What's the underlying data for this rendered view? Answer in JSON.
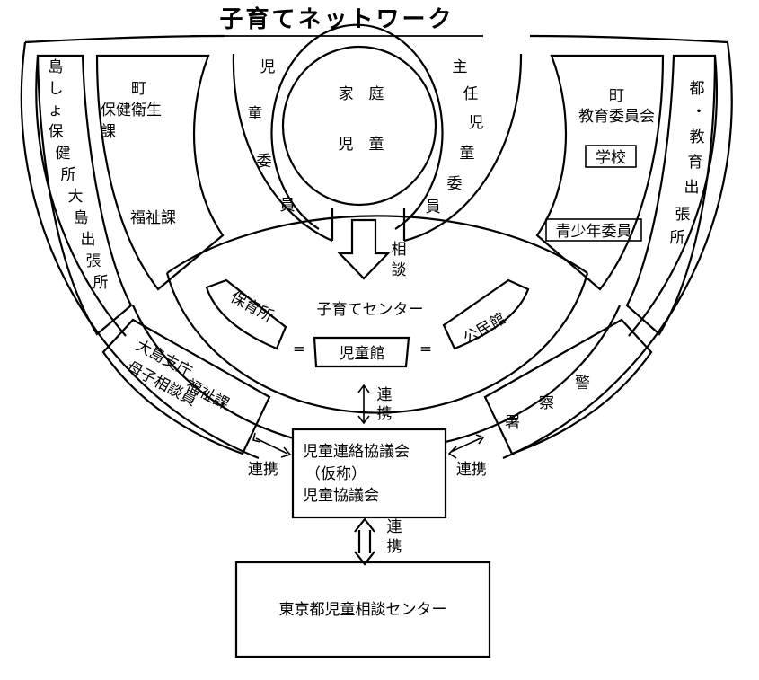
{
  "title": "子育てネットワーク",
  "family": {
    "line1": "家　庭",
    "line2": "児　童"
  },
  "jidou_iin": "児童委員",
  "shunin_jidou_iin": "主任児童委員",
  "soudan": "相談",
  "left_outer": "島しょ保健所大島出張所",
  "left_inner": {
    "top": "町\n保健衛生\n課",
    "bottom": "福祉課"
  },
  "right_outer": "都・教育出張所",
  "right_inner": {
    "top": "町\n教育委員会",
    "school": "学校",
    "youth": "青少年委員"
  },
  "center": {
    "title": "子育てセンター",
    "hoikusho": "保育所",
    "jidoukan": "児童館",
    "kouminkan": "公民館",
    "eq": "="
  },
  "oshima": {
    "line1": "大島支庁",
    "line2": "母子相談員",
    "line3": "福祉課"
  },
  "police": "警察署",
  "council": {
    "line1": "児童連絡協議会",
    "line2": "（仮称）",
    "line3": "児童協議会"
  },
  "renkei": "連携",
  "tokyo": "東京都児童相談センター"
}
